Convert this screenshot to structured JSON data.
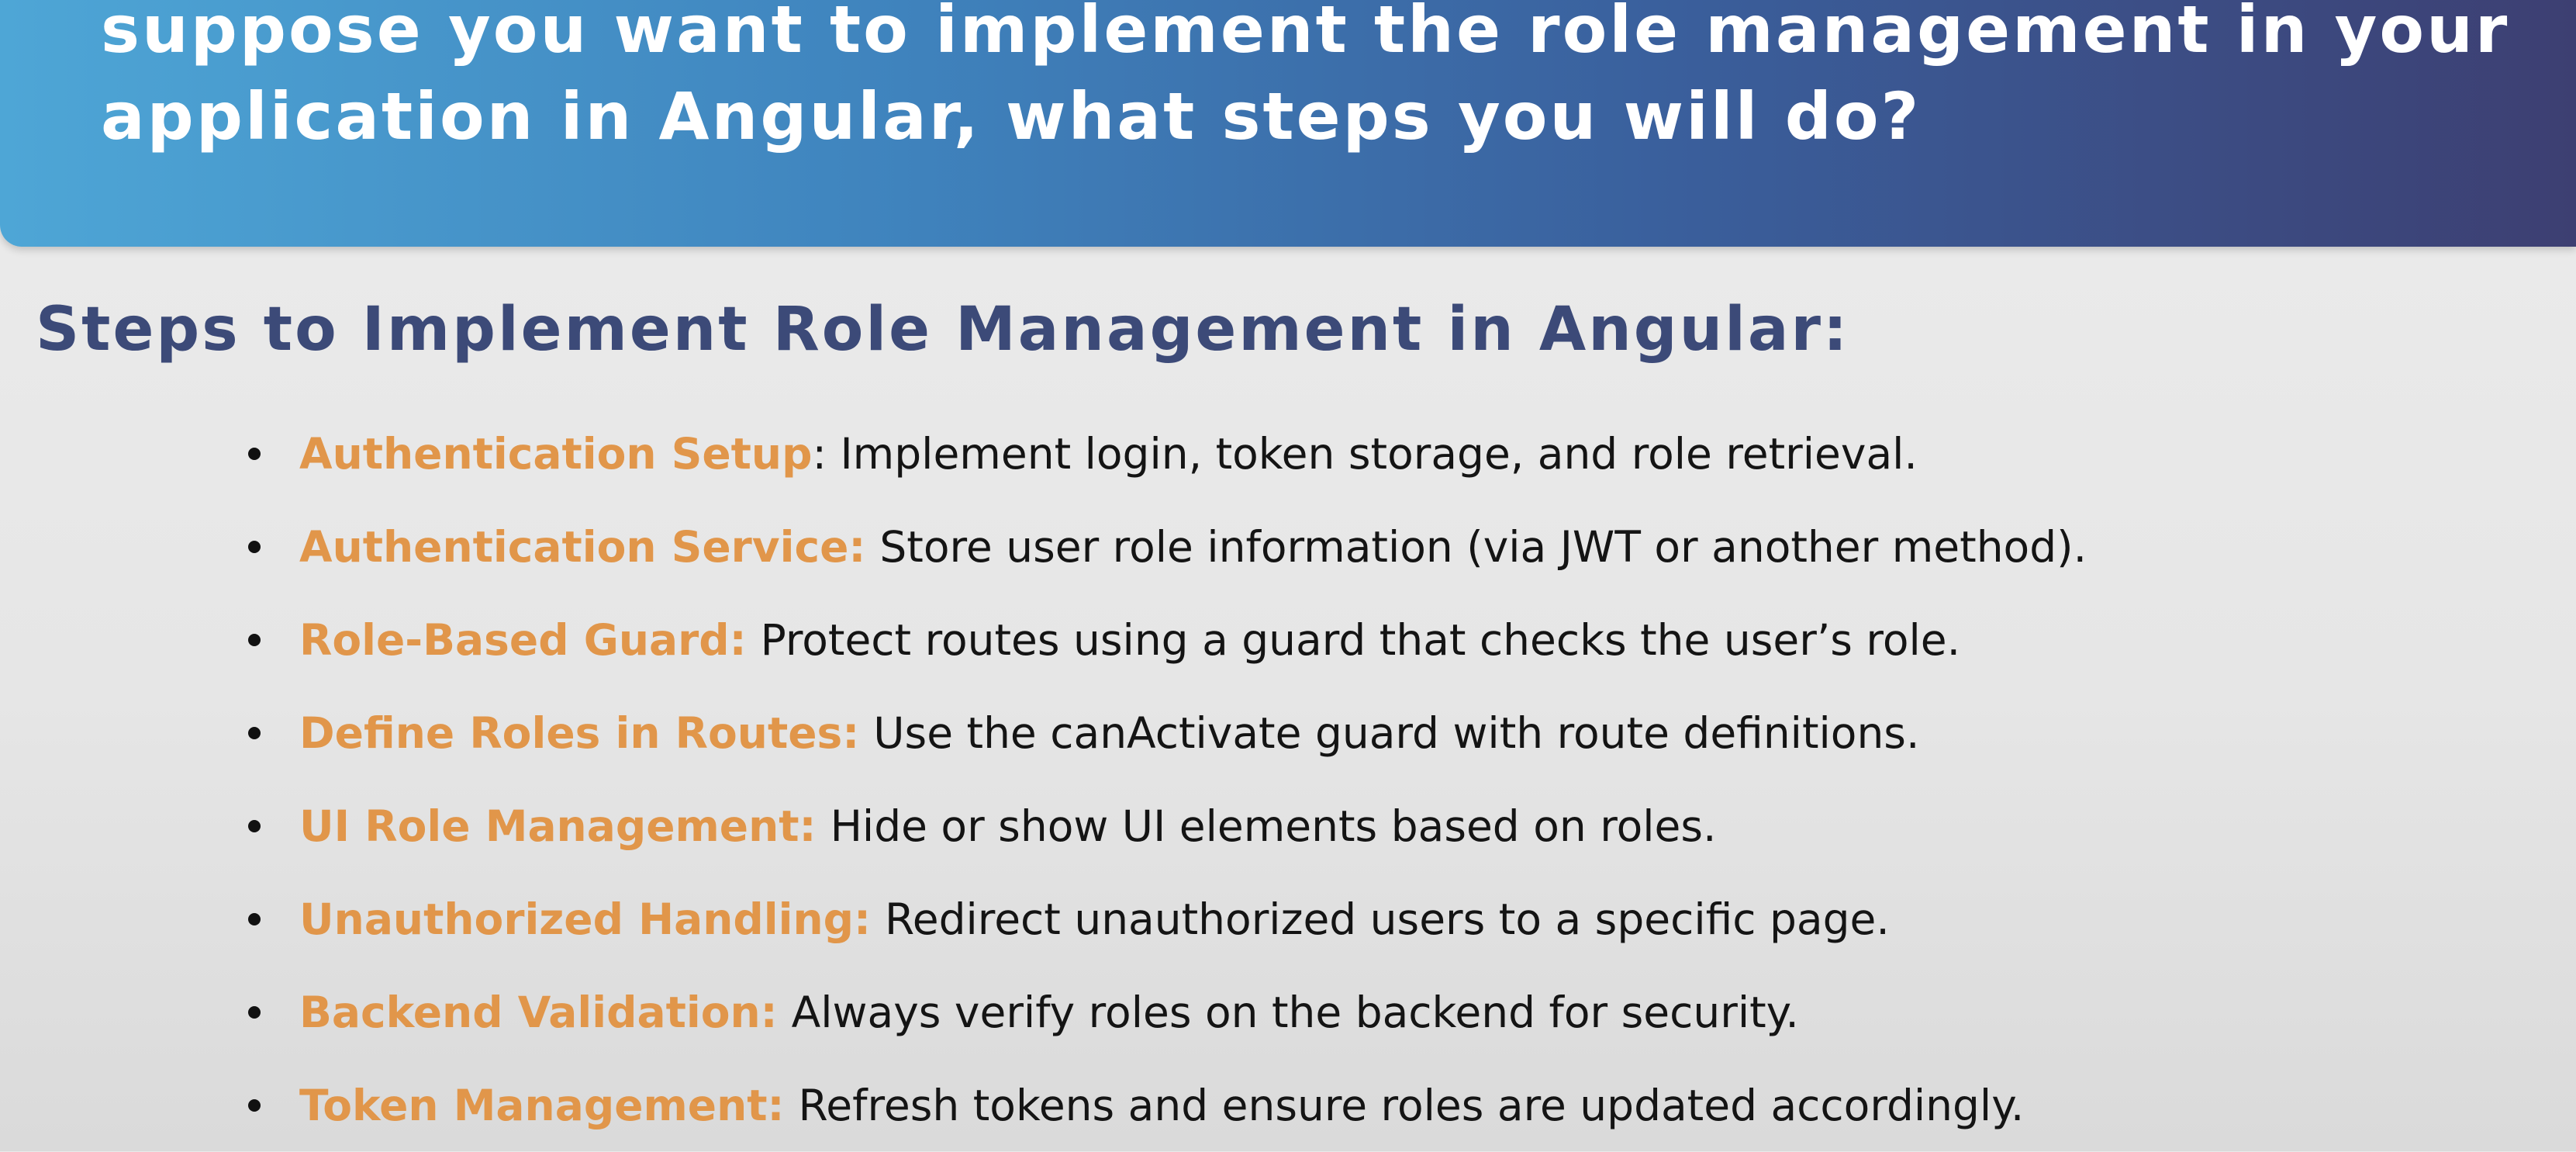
{
  "header": {
    "question": "suppose you want to implement the role management in your application in Angular, what steps you will do?"
  },
  "section": {
    "title": "Steps to Implement Role Management in Angular:"
  },
  "steps": [
    {
      "label": "Authentication Setup",
      "text": ": Implement login, token storage, and role retrieval."
    },
    {
      "label": "Authentication Service:",
      "text": "Store user role information (via JWT or another method)."
    },
    {
      "label": "Role-Based Guard:",
      "text": "Protect routes using a guard that checks the user’s role."
    },
    {
      "label": "Define Roles in Routes:",
      "text": "Use the canActivate guard with route definitions."
    },
    {
      "label": "UI Role Management:",
      "text": "Hide or show UI elements based on roles."
    },
    {
      "label": "Unauthorized Handling:",
      "text": "Redirect unauthorized users to a specific page."
    },
    {
      "label": "Backend Validation:",
      "text": "Always verify roles on the backend for security."
    },
    {
      "label": "Token Management:",
      "text": "Refresh tokens and ensure roles are updated accordingly."
    }
  ],
  "colors": {
    "header_gradient_start": "#4ea6d6",
    "header_gradient_end": "#3d3f72",
    "title": "#3c4a78",
    "step_label": "#e1964a",
    "body_text": "#141414"
  }
}
